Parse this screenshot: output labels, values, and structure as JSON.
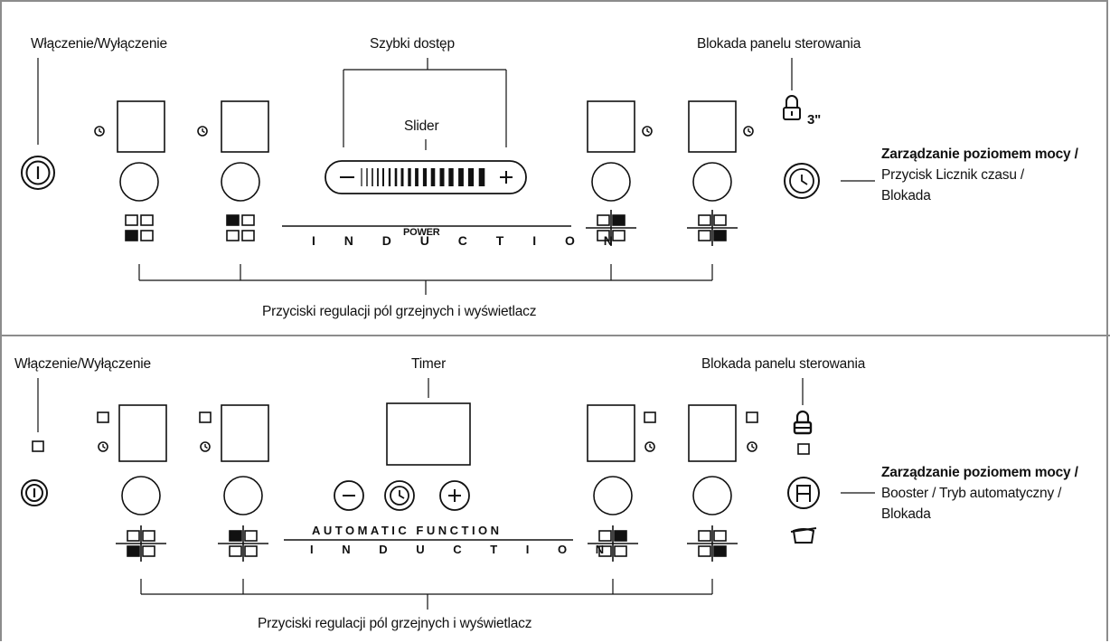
{
  "top_panel": {
    "power_label": "Włączenie/Wyłączenie",
    "quick_access_label": "Szybki dostęp",
    "slider_label": "Slider",
    "slider_text": "POWER",
    "lock_label": "Blokada panelu sterowania",
    "lock_time": "3\"",
    "power_mgmt_title": "Zarządzanie poziomem mocy /",
    "power_mgmt_line2": "Przycisk Licznik czasu /",
    "power_mgmt_line3": "Blokada",
    "induction_text": "I N D U C T I O N",
    "bottom_label": "Przyciski regulacji pól grzejnych i wyświetlacz"
  },
  "bottom_panel": {
    "power_label": "Włączenie/Wyłączenie",
    "timer_label": "Timer",
    "lock_label": "Blokada panelu sterowania",
    "power_mgmt_title": "Zarządzanie poziomem mocy /",
    "power_mgmt_line2": "Booster / Tryb automatyczny /",
    "power_mgmt_line3": "Blokada",
    "automatic_text": "AUTOMATIC FUNCTION",
    "induction_text": "I N D U C T I O N",
    "bottom_label": "Przyciski regulacji pól grzejnych i wyświetlacz"
  },
  "icons": [
    "power-icon",
    "clock-icon",
    "lock-icon",
    "booster-a-icon",
    "pot-icon",
    "minus-icon",
    "plus-icon",
    "zone-indicator-icon"
  ]
}
